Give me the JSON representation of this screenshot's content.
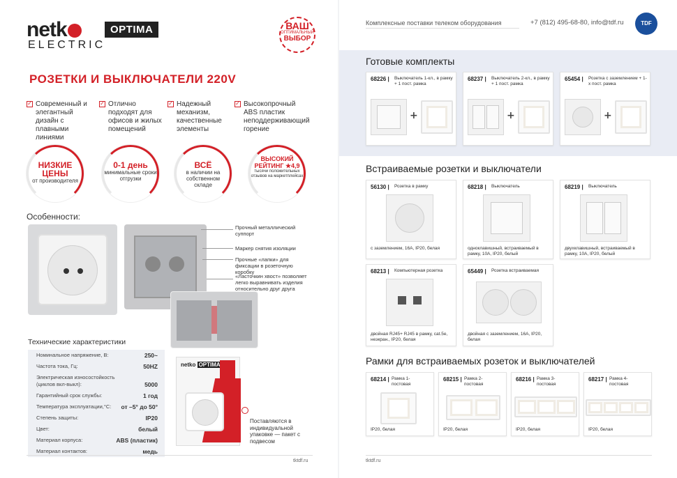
{
  "left": {
    "brand": {
      "name_part": "netk",
      "series": "OPTIMA",
      "sub": "ELECTRIC"
    },
    "badge": {
      "line1": "ВАШ",
      "line2": "ОПТИМАЛЬНЫЙ",
      "line3": "ВЫБОР"
    },
    "title": "РОЗЕТКИ И ВЫКЛЮЧАТЕЛИ 220V",
    "features": [
      "Современный и элегантный дизайн с плавными линиями",
      "Отлично подходят для офисов и жилых помещений",
      "Надежный механизм, качественные элементы",
      "Высокопрочный ABS пластик неподдерживающий горение"
    ],
    "circles": [
      {
        "big": "НИЗКИЕ ЦЕНЫ",
        "small": "от производителя"
      },
      {
        "big": "0-1 день",
        "small": "минимальные сроки отгрузки"
      },
      {
        "big": "ВСЁ",
        "small": "в наличии на собственном складе"
      },
      {
        "big": "ВЫСОКИЙ РЕЙТИНГ ★4,9",
        "small": "тысячи положительных отзывов на маркетплейсах"
      }
    ],
    "features_heading": "Особенности:",
    "annotations": [
      "Прочный металлический суппорт",
      "Маркер снятия изоляции",
      "Прочные «лапки» для фиксации в розеточную коробку",
      "«Ласточкин хвост» позволяет легко выравнивать изделия относительно друг друга"
    ],
    "specs_heading": "Технические характеристики",
    "specs": [
      {
        "k": "Номинальное напряжение, В:",
        "v": "250~"
      },
      {
        "k": "Частота тока, Гц:",
        "v": "50HZ"
      },
      {
        "k": "Электрическая износостойкость (циклов вкл-выкл):",
        "v": "5000"
      },
      {
        "k": "Гарантийный срок службы:",
        "v": "1 год"
      },
      {
        "k": "Температура эксплуатации,°С:",
        "v": "от –5° до 50°"
      },
      {
        "k": "Степень защиты:",
        "v": "IP20"
      },
      {
        "k": "Цвет:",
        "v": "белый"
      },
      {
        "k": "Материал корпуса:",
        "v": "ABS (пластик)"
      },
      {
        "k": "Материал контактов:",
        "v": "медь"
      }
    ],
    "package_note": "Поставляются в индивидуальной упаковке — пакет с подвесом",
    "footer": "tktdf.ru"
  },
  "right": {
    "header_left": "Комплексные поставки телеком оборудования",
    "header_contact": "+7 (812) 495-68-80,  info@tdf.ru",
    "logo": "TDF",
    "sec1": "Готовые комплекты",
    "kits": [
      {
        "code": "68226 |",
        "desc": "Выключатель 1-кл., в рамку + 1 пост. рамка"
      },
      {
        "code": "68237 |",
        "desc": "Выключатель 2-кл., в рамку + 1 пост. рамка"
      },
      {
        "code": "65454 |",
        "desc": "Розетка с заземлением + 1-х пост. рамка"
      }
    ],
    "sec2": "Встраиваемые розетки и выключатели",
    "items": [
      {
        "code": "56130 |",
        "desc": "Розетка в рамку",
        "foot": "с заземлением, 16А, IP20, белая"
      },
      {
        "code": "68218 |",
        "desc": "Выключатель",
        "foot": "одноклавишный, встраиваемый в рамку, 10А, IP20, белый"
      },
      {
        "code": "68219 |",
        "desc": "Выключатель",
        "foot": "двухклавишный, встраиваемый в рамку, 10А, IP20, белый"
      },
      {
        "code": "68213 |",
        "desc": "Компьютерная розетка",
        "foot": "двойная RJ45+ RJ45 в рамку, cat.5e, неэкран., IP20, белая"
      },
      {
        "code": "65449 |",
        "desc": "Розетка встраиваемая",
        "foot": "двойная с заземлением, 16А, IP20, белая"
      }
    ],
    "sec3": "Рамки для встраиваемых розеток и выключателей",
    "frames": [
      {
        "code": "68214 |",
        "desc": "Рамка 1-постовая",
        "foot": "IP20, белая"
      },
      {
        "code": "68215 |",
        "desc": "Рамка 2-постовая",
        "foot": "IP20, белая"
      },
      {
        "code": "68216 |",
        "desc": "Рамка 3-постовая",
        "foot": "IP20, белая"
      },
      {
        "code": "68217 |",
        "desc": "Рамка 4-постовая",
        "foot": "IP20, белая"
      }
    ],
    "footer": "tktdf.ru"
  }
}
